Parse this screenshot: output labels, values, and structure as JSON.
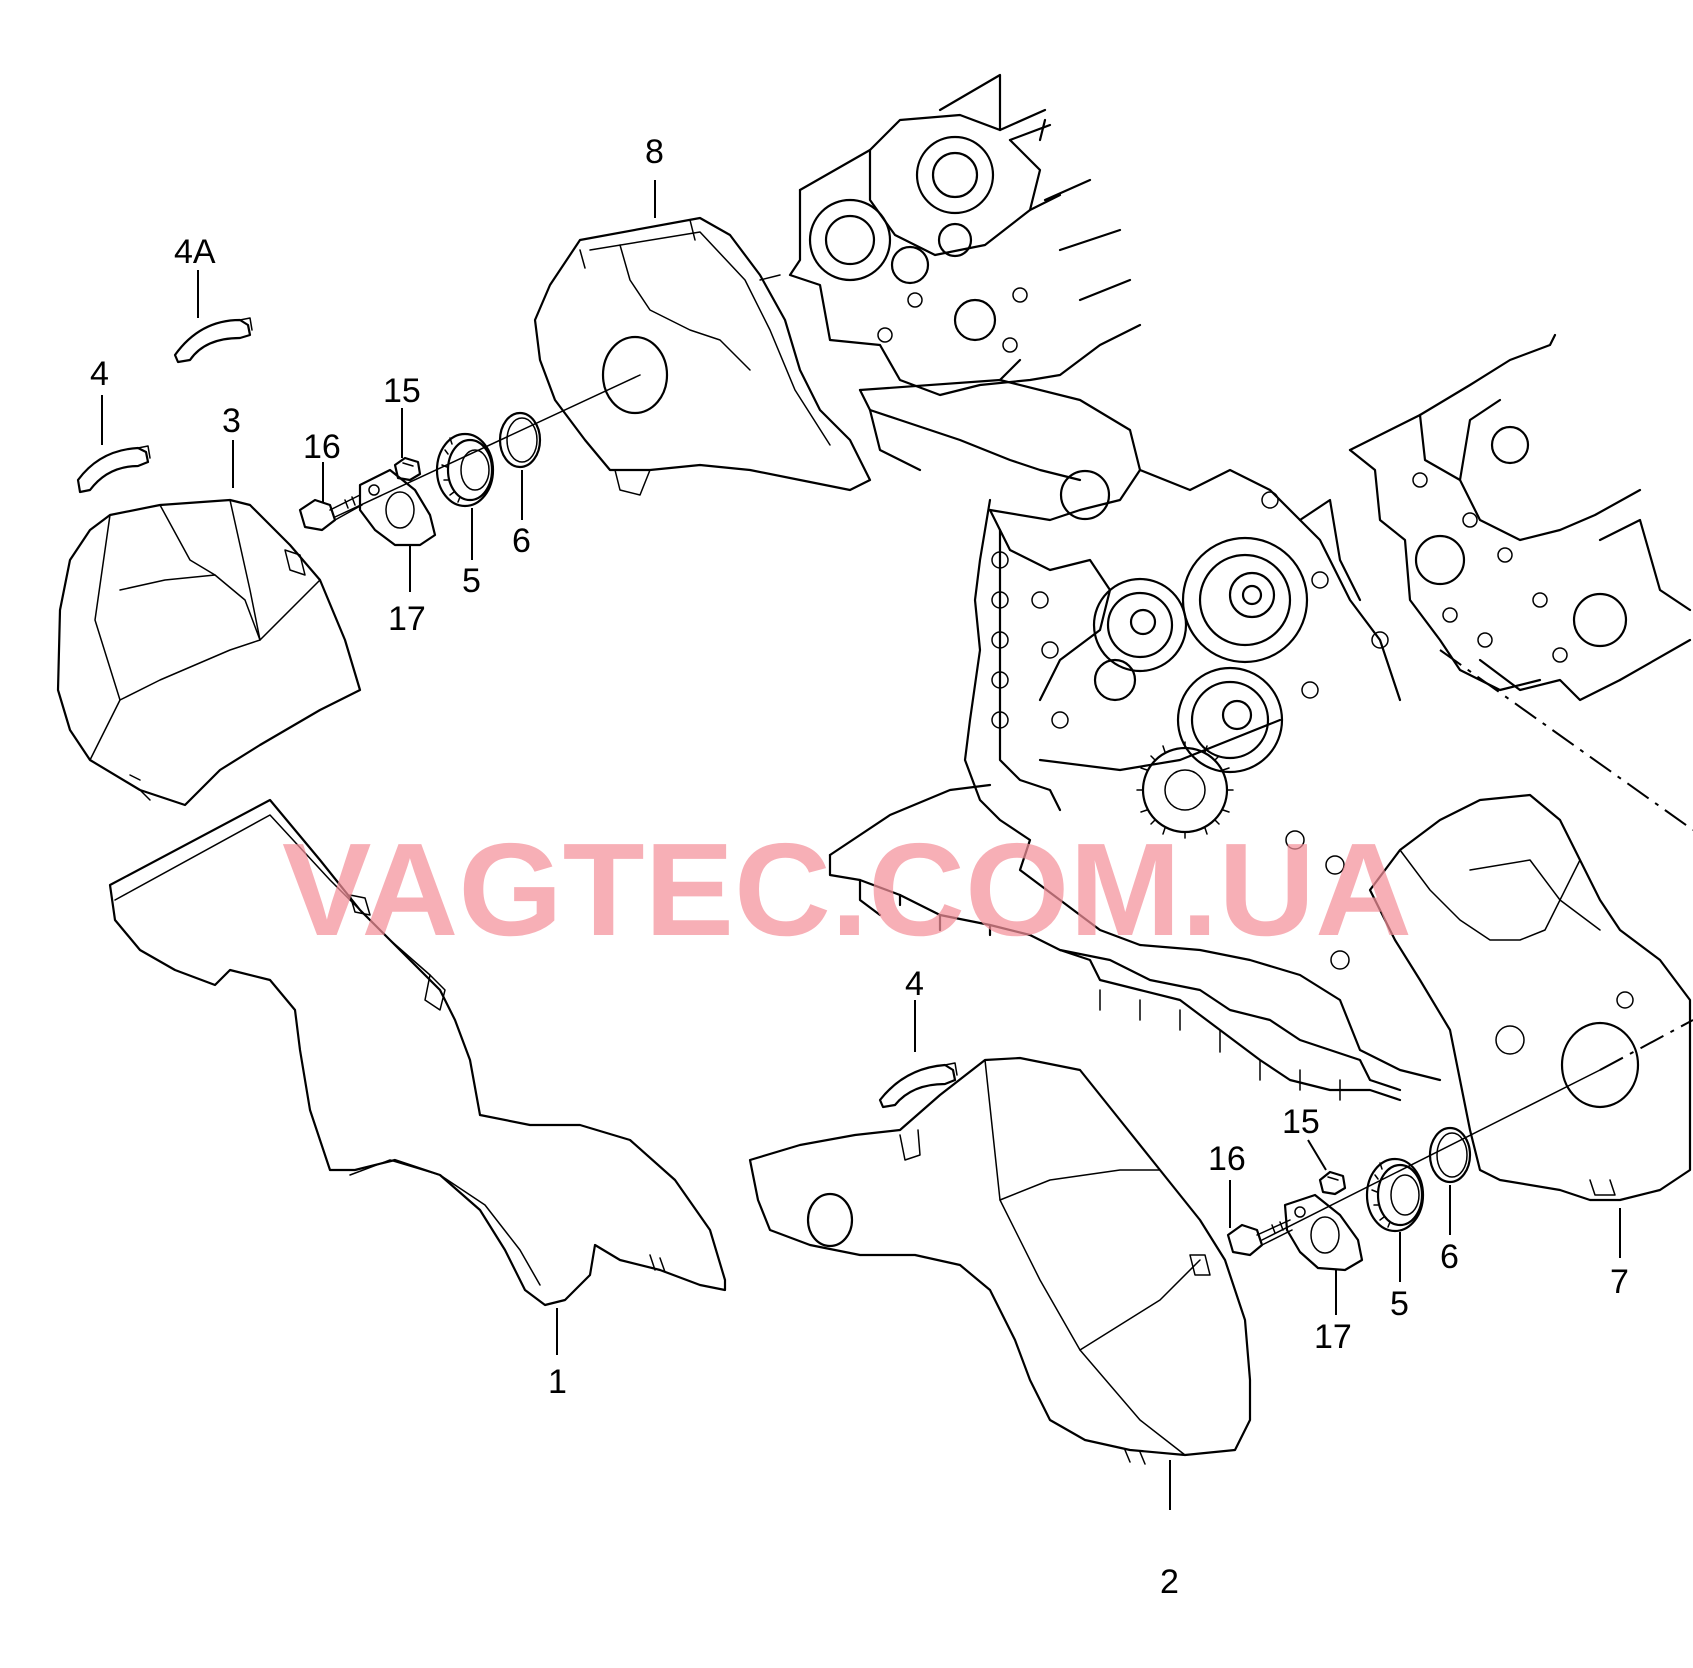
{
  "watermark": "VAGTEC.COM.UA",
  "callouts": {
    "c8": "8",
    "c4A": "4A",
    "c4_top": "4",
    "c3": "3",
    "c16_top": "16",
    "c15_top": "15",
    "c6_top": "6",
    "c5_top": "5",
    "c17_top": "17",
    "c1": "1",
    "c4_bottom": "4",
    "c15_bottom": "15",
    "c16_bottom": "16",
    "c6_bottom": "6",
    "c5_bottom": "5",
    "c17_bottom": "17",
    "c7": "7",
    "c2": "2"
  }
}
